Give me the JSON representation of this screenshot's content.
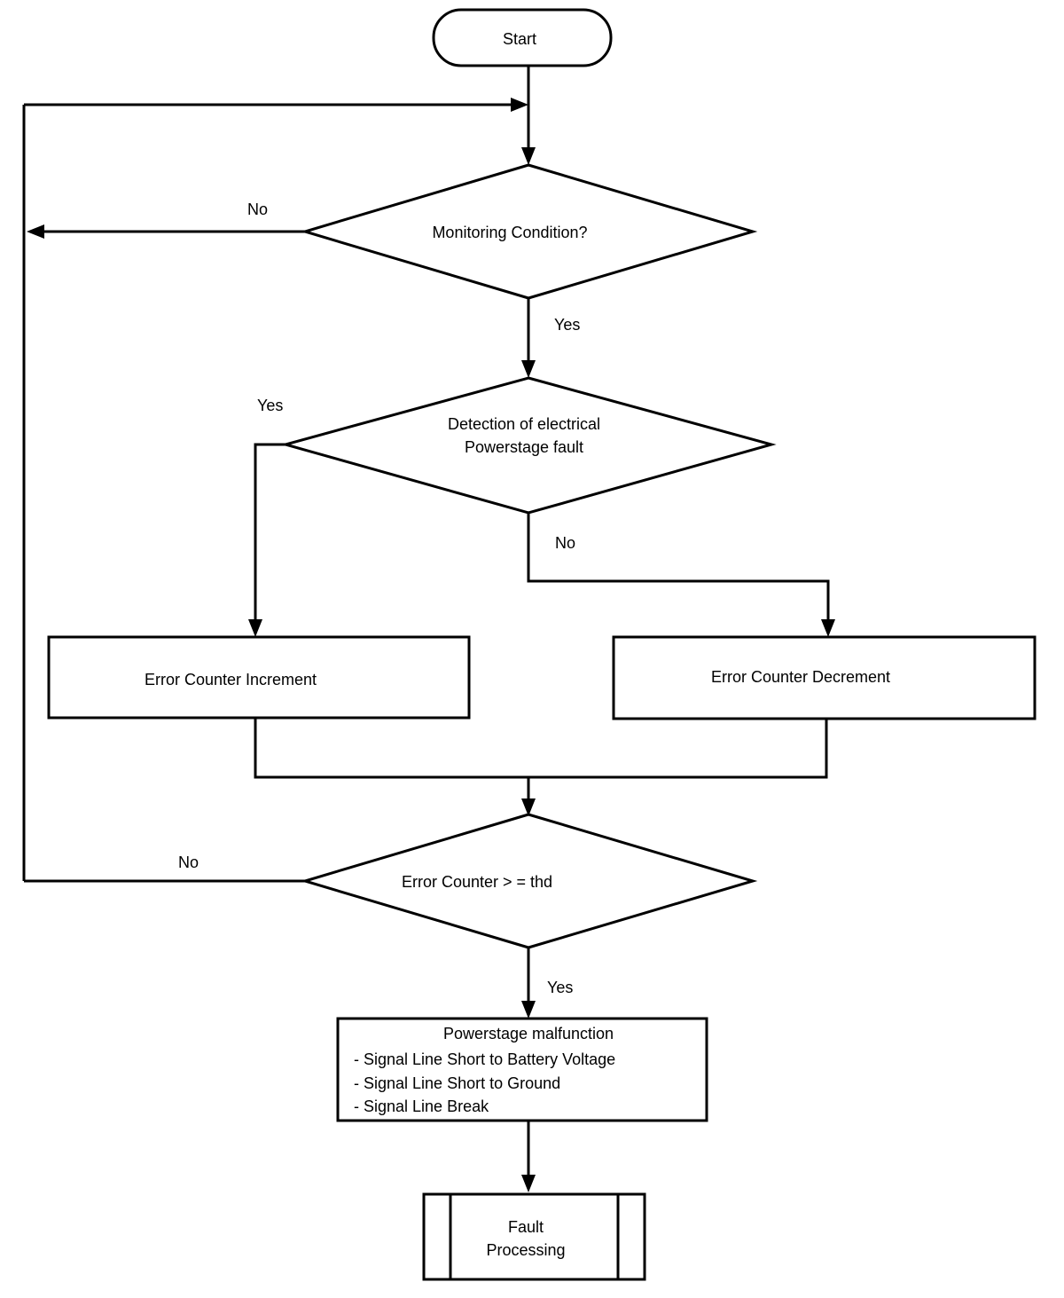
{
  "nodes": {
    "start": "Start",
    "monitoring": "Monitoring Condition?",
    "detection_line1": "Detection of electrical",
    "detection_line2": "Powerstage fault",
    "increment": "Error Counter Increment",
    "decrement": "Error Counter Decrement",
    "threshold": "Error Counter > = thd",
    "malfunction_title": "Powerstage malfunction",
    "malfunction_items": [
      "- Signal Line Short to Battery Voltage",
      "- Signal Line Short to Ground",
      "- Signal Line Break"
    ],
    "fault_line1": "Fault",
    "fault_line2": "Processing"
  },
  "edge_labels": {
    "monitoring_no": "No",
    "monitoring_yes": "Yes",
    "detection_yes": "Yes",
    "detection_no": "No",
    "threshold_no": "No",
    "threshold_yes": "Yes"
  }
}
